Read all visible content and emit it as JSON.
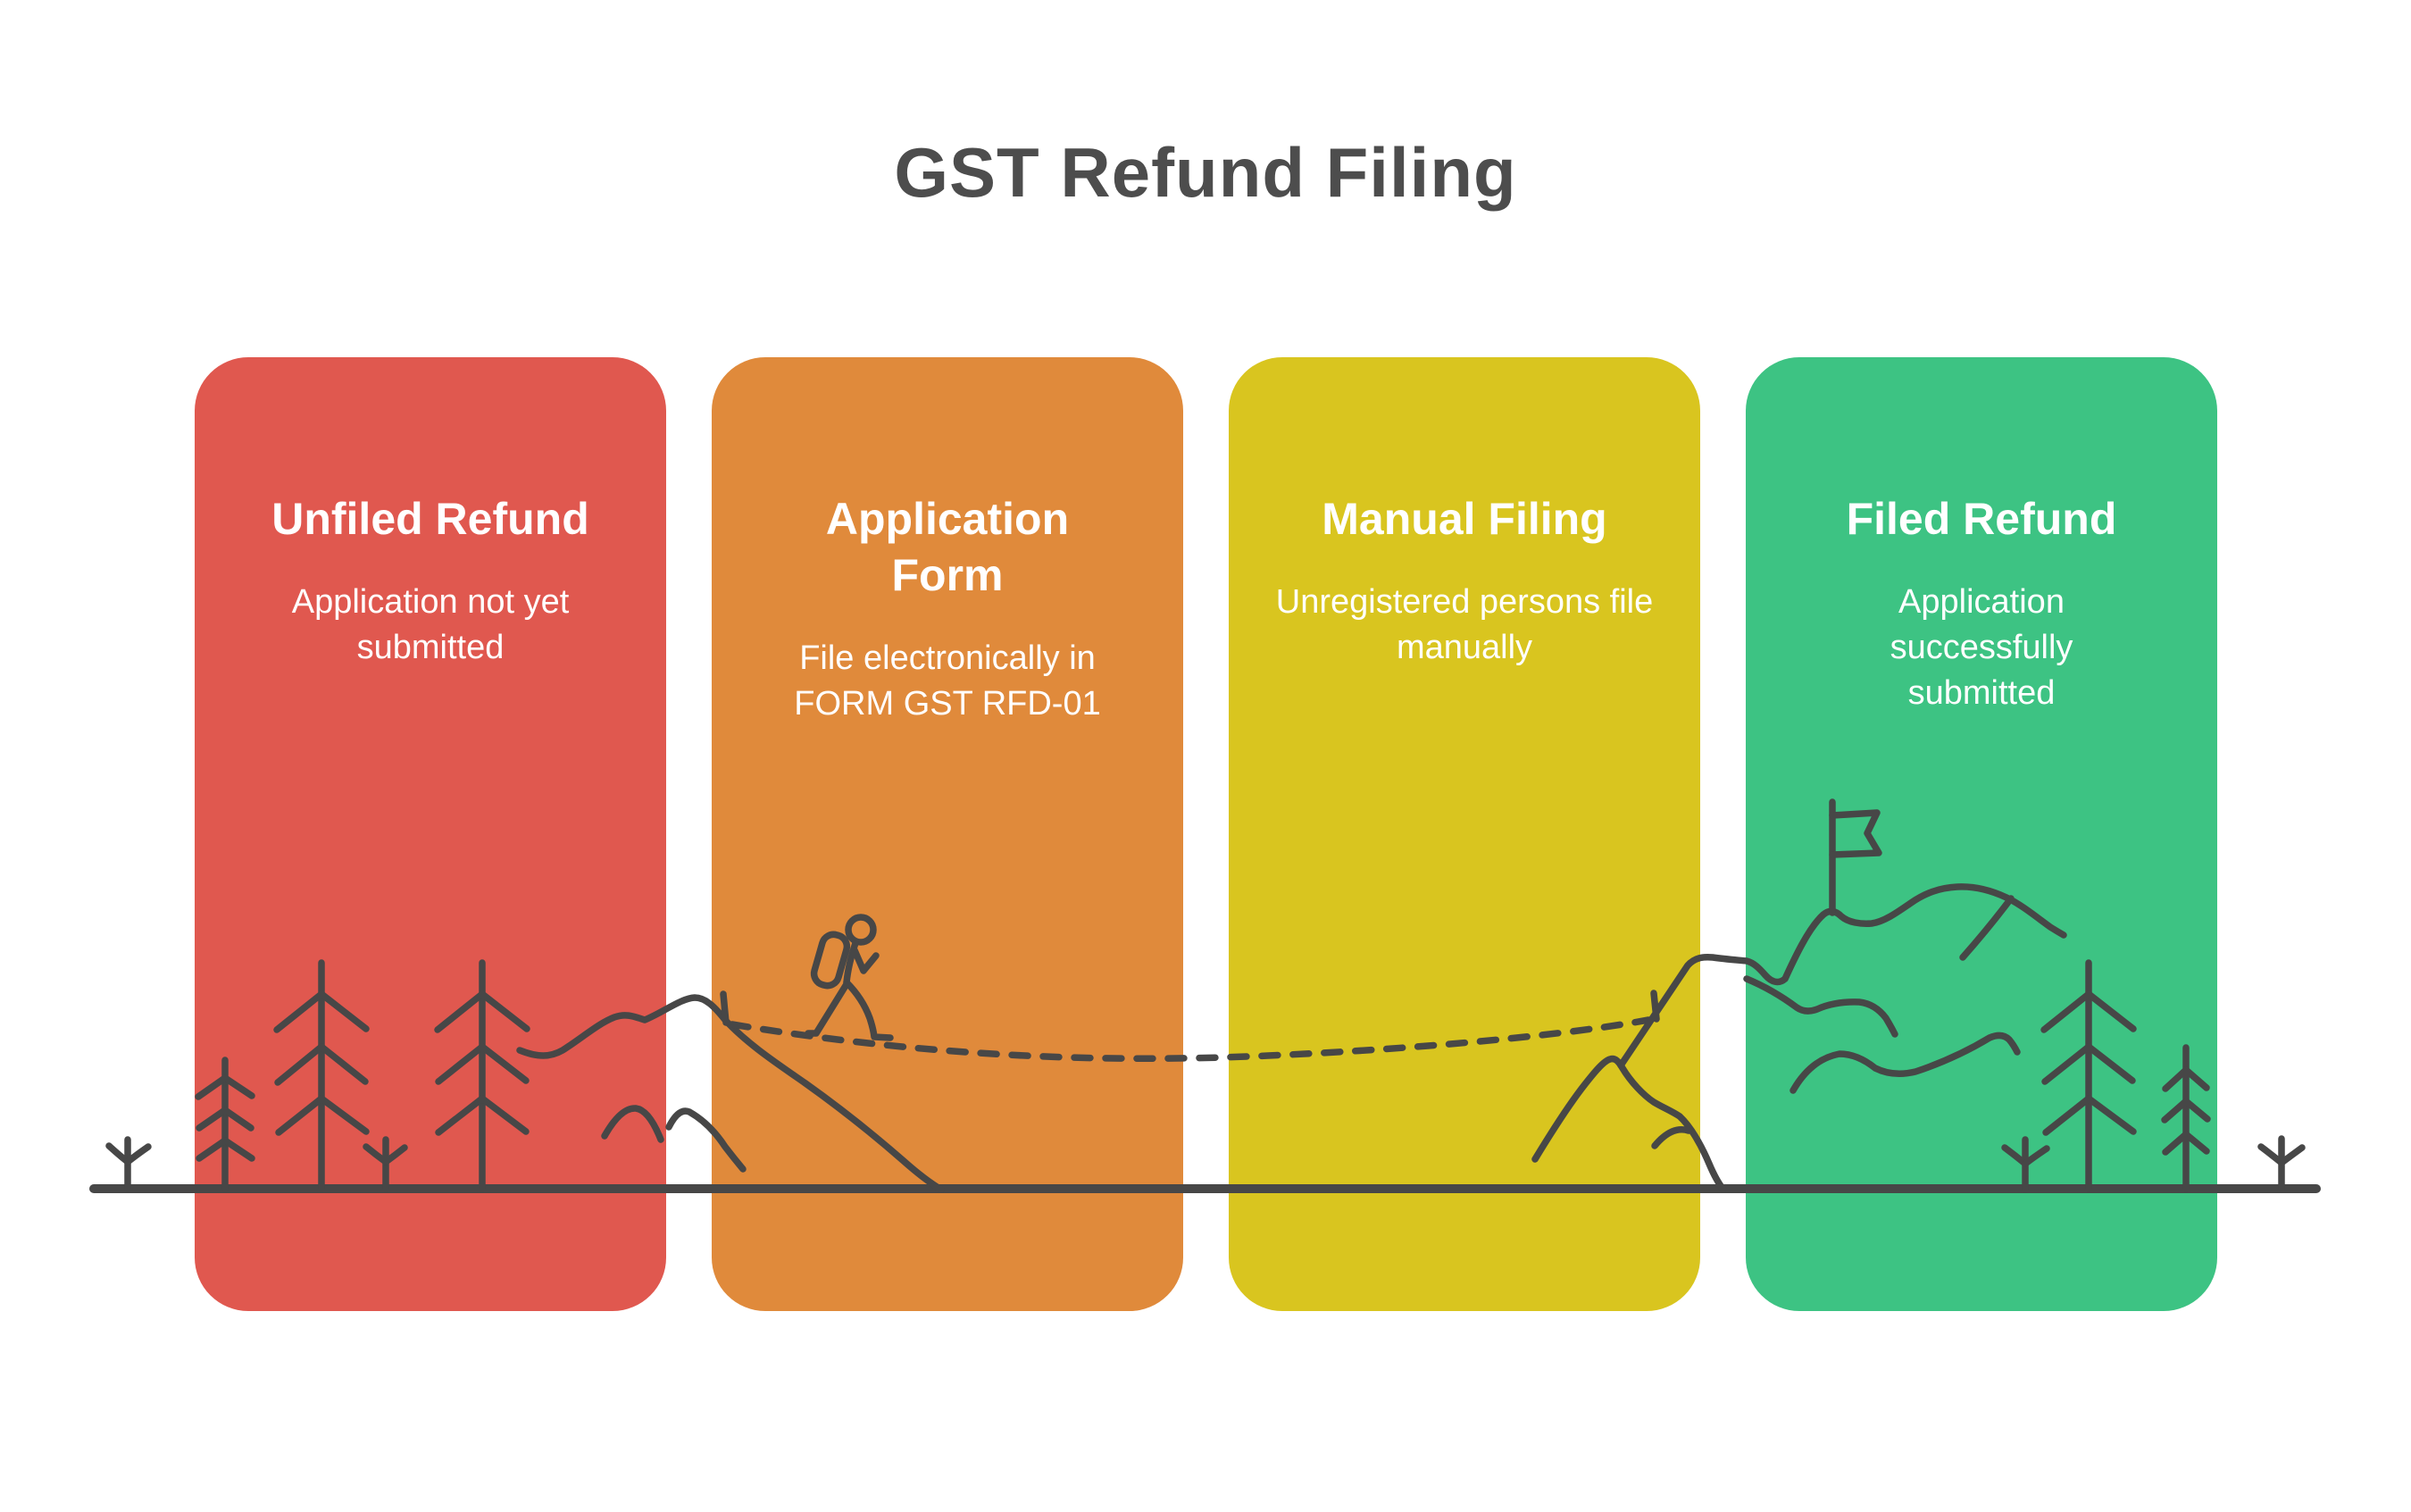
{
  "header": {
    "title": "GST Refund Filing"
  },
  "cards": [
    {
      "title": "Unfiled Refund",
      "description": "Application not yet submitted",
      "color": "#E0584F"
    },
    {
      "title": "Application Form",
      "description": "File electronically in FORM GST RFD-01",
      "color": "#E08A3B"
    },
    {
      "title": "Manual Filing",
      "description": "Unregistered persons file manually",
      "color": "#D9C51F"
    },
    {
      "title": "Filed Refund",
      "description": "Application successfully submitted",
      "color": "#3DC383"
    }
  ],
  "illustration": {
    "stroke_color": "#474747",
    "title_color": "#4d4d4d",
    "icons": [
      "shrub-icon",
      "pine-tree-icon",
      "hill-icon",
      "mountain-ridge-icon",
      "hiker-icon",
      "trail-dashed-line",
      "flag-icon",
      "ground-line"
    ]
  }
}
